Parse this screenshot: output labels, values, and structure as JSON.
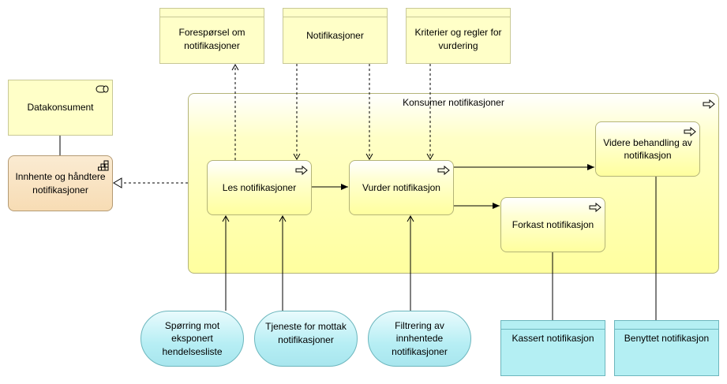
{
  "group": {
    "title": "Konsumer notifikasjoner"
  },
  "nodes": {
    "foresporsel": "Forespørsel om notifikasjoner",
    "notifikasjoner": "Notifikasjoner",
    "kriterier": "Kriterier og regler for vurdering",
    "datakonsument": "Datakonsument",
    "innhente": "Innhente og håndtere notifikasjoner",
    "les": "Les notifikasjoner",
    "vurder": "Vurder notifikasjon",
    "videre": "Videre behandling av notifikasjon",
    "forkast": "Forkast notifikasjon",
    "sporring": "Spørring mot eksponert hendelsesliste",
    "tjeneste": "Tjeneste for mottak notifikasjoner",
    "filtrering": "Filtrering av innhentede notifikasjoner",
    "kassert": "Kassert notifikasjon",
    "benyttet": "Benyttet notifikasjon"
  },
  "colors": {
    "yellow_fill": "#ffffc8",
    "process_border": "#b4b478",
    "peach_fill": "#f7dcb4",
    "cyan_fill": "#b4eff3",
    "line": "#000000"
  },
  "icons": {
    "process": "arrow-right-outline-icon",
    "role": "role-cylinder-icon",
    "function": "stacked-blocks-icon"
  }
}
